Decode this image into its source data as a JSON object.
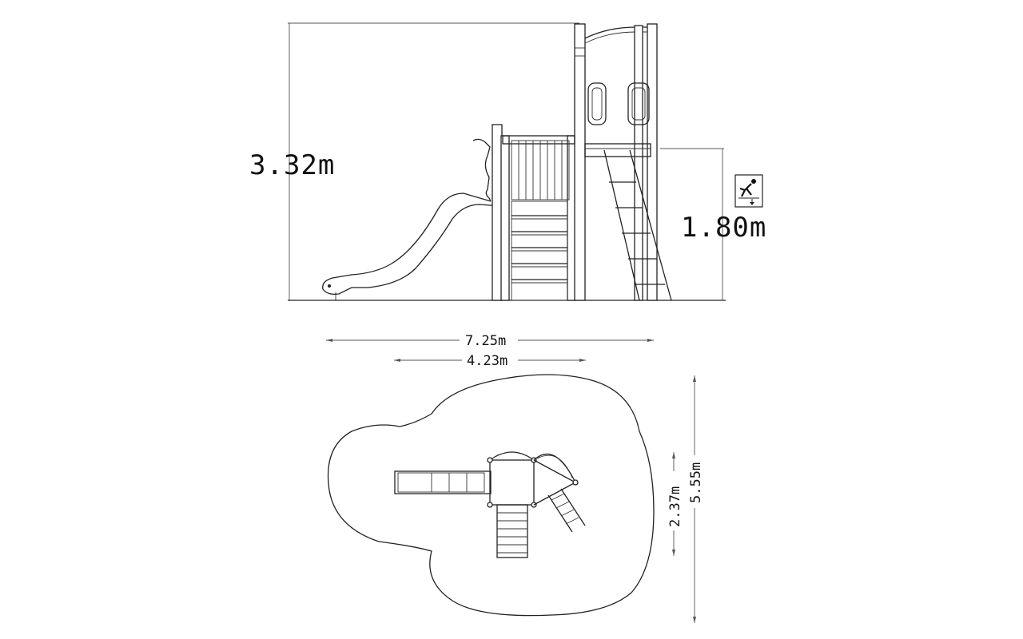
{
  "diagram": {
    "dimensions": {
      "total_height": "3.32m",
      "platform_height": "1.80m",
      "overall_length": "7.25m",
      "equipment_length": "4.23m",
      "equipment_width": "2.37m",
      "overall_width": "5.55m"
    },
    "icons": {
      "fall_height": "fall-height-icon"
    }
  }
}
